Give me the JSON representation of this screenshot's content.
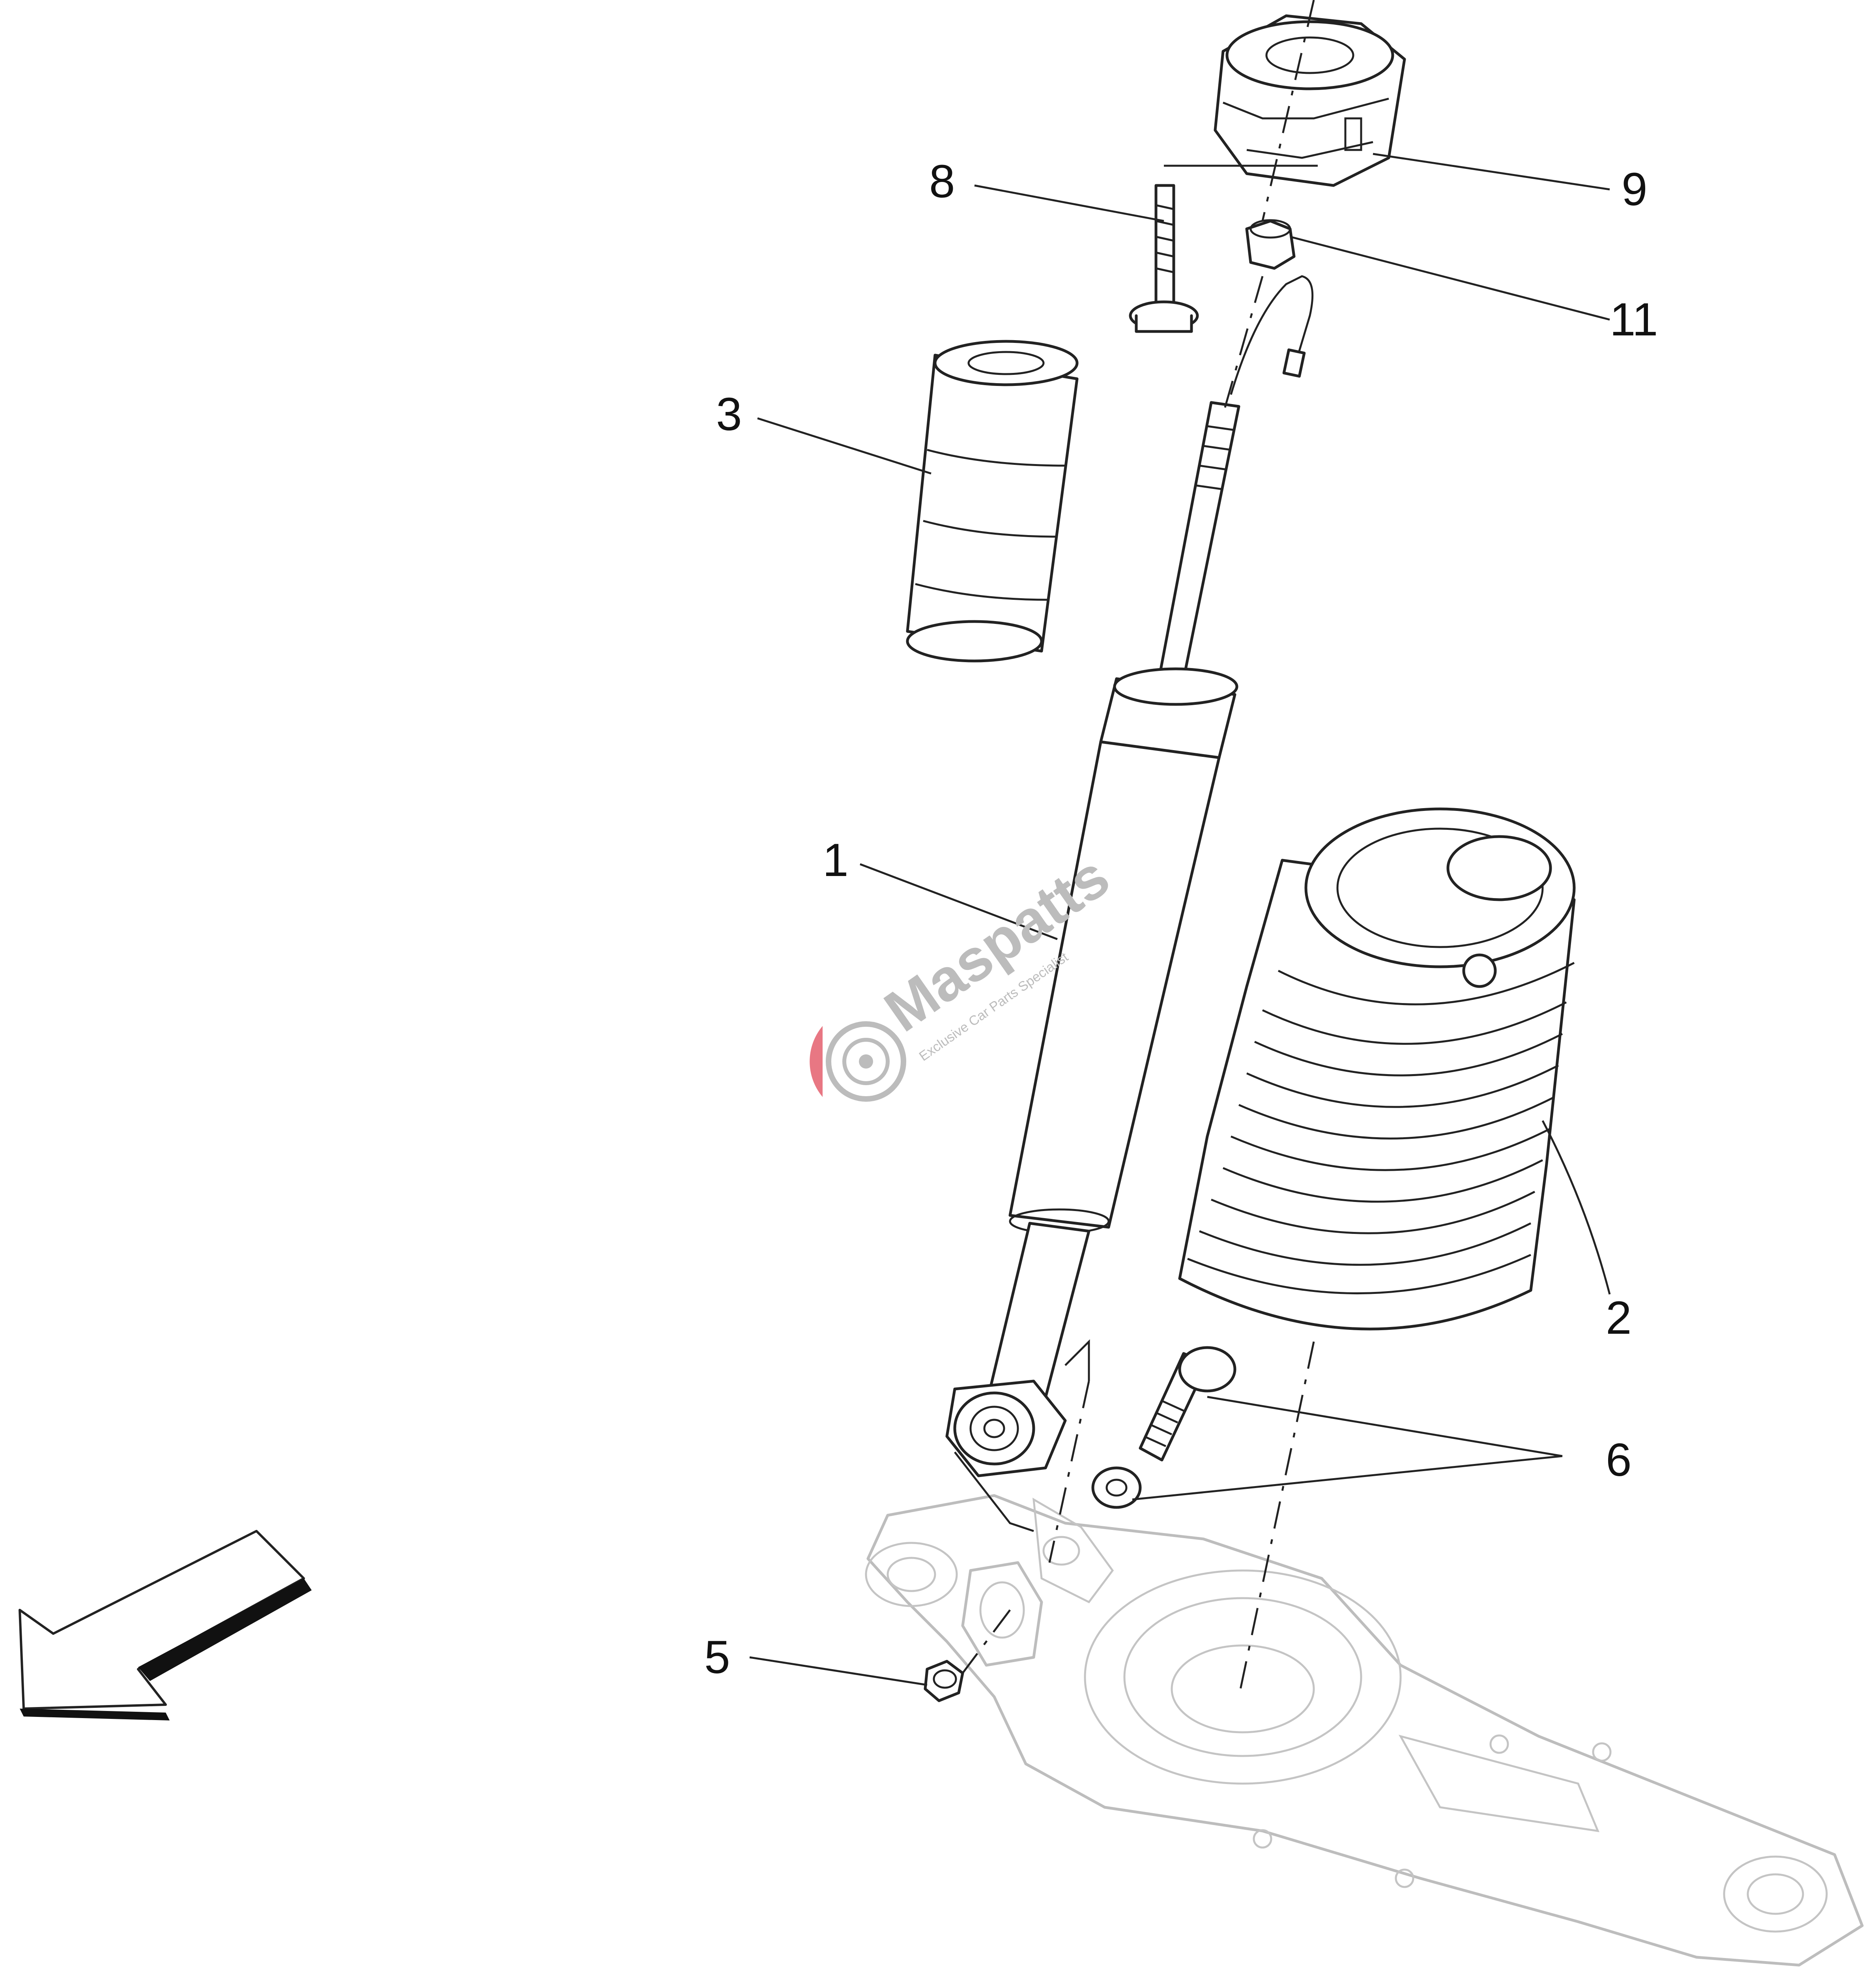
{
  "callouts": {
    "c1": "1",
    "c2": "2",
    "c3": "3",
    "c5": "5",
    "c6": "6",
    "c8": "8",
    "c9": "9",
    "c11": "11"
  },
  "watermark": {
    "brand": "Maspatts",
    "tagline": "Exclusive Car Parts Specialist",
    "accent_color": "#e04a5a",
    "text_color": "#bcbcbc"
  },
  "direction_arrow": {
    "icon": "arrow-left-down-icon"
  }
}
